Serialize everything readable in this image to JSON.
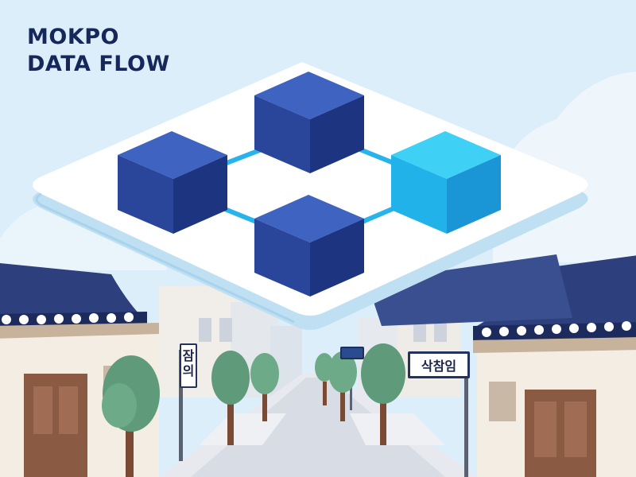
{
  "title": {
    "line1": "MOKPO",
    "line2": "DATA FLOW"
  },
  "signs": {
    "left_line1": "잠",
    "left_line2": "의",
    "middle": "",
    "right": "삭참임"
  },
  "colors": {
    "sky": "#dceefa",
    "cube_dark": "#2b4ea3",
    "cube_accent": "#1fb3ec",
    "connector": "#28b4ea",
    "roof": "#2d3f7c",
    "tree": "#5f9a7b",
    "title": "#16275a"
  }
}
